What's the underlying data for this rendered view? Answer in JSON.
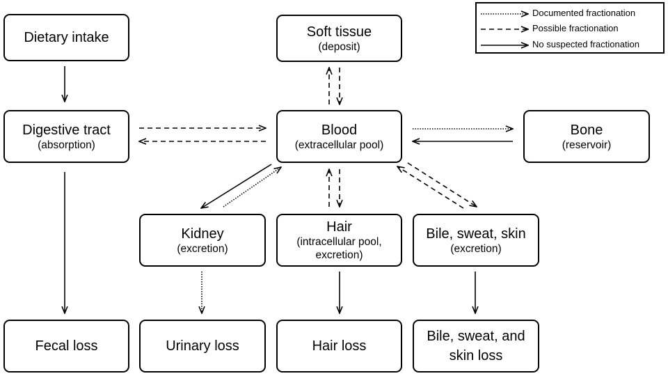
{
  "nodes": {
    "dietary_intake": {
      "title": "Dietary intake"
    },
    "soft_tissue": {
      "title": "Soft tissue",
      "sub": "(deposit)"
    },
    "digestive_tract": {
      "title": "Digestive tract",
      "sub": "(absorption)"
    },
    "blood": {
      "title": "Blood",
      "sub": "(extracellular pool)"
    },
    "bone": {
      "title": "Bone",
      "sub": "(reservoir)"
    },
    "kidney": {
      "title": "Kidney",
      "sub": "(excretion)"
    },
    "hair": {
      "title": "Hair",
      "sub_lines": [
        "(intracellular pool,",
        "excretion)"
      ]
    },
    "bile_sweat_skin": {
      "title": "Bile, sweat, skin",
      "sub": "(excretion)"
    },
    "fecal_loss": {
      "title": "Fecal loss"
    },
    "urinary_loss": {
      "title": "Urinary loss"
    },
    "hair_loss": {
      "title": "Hair loss"
    },
    "bile_sweat_skin_loss": {
      "lines": [
        "Bile, sweat, and",
        "skin  loss"
      ]
    }
  },
  "legend": {
    "documented": "Documented  fractionation",
    "possible": "Possible fractionation",
    "none": "No suspected fractionation"
  },
  "edges": [
    {
      "from": "dietary_intake",
      "to": "digestive_tract",
      "style": "solid"
    },
    {
      "from": "digestive_tract",
      "to": "fecal_loss",
      "style": "solid"
    },
    {
      "from": "digestive_tract",
      "to": "blood",
      "style": "dashed"
    },
    {
      "from": "blood",
      "to": "digestive_tract",
      "style": "dashed"
    },
    {
      "from": "blood",
      "to": "soft_tissue",
      "style": "dashed"
    },
    {
      "from": "soft_tissue",
      "to": "blood",
      "style": "dashed"
    },
    {
      "from": "blood",
      "to": "bone",
      "style": "dotted"
    },
    {
      "from": "bone",
      "to": "blood",
      "style": "solid"
    },
    {
      "from": "blood",
      "to": "kidney",
      "style": "solid"
    },
    {
      "from": "kidney",
      "to": "blood",
      "style": "dotted"
    },
    {
      "from": "blood",
      "to": "hair",
      "style": "dashed"
    },
    {
      "from": "hair",
      "to": "blood",
      "style": "dashed"
    },
    {
      "from": "blood",
      "to": "bile_sweat_skin",
      "style": "dashed"
    },
    {
      "from": "bile_sweat_skin",
      "to": "blood",
      "style": "dashed"
    },
    {
      "from": "kidney",
      "to": "urinary_loss",
      "style": "dotted"
    },
    {
      "from": "hair",
      "to": "hair_loss",
      "style": "solid"
    },
    {
      "from": "bile_sweat_skin",
      "to": "bile_sweat_skin_loss",
      "style": "solid"
    }
  ]
}
